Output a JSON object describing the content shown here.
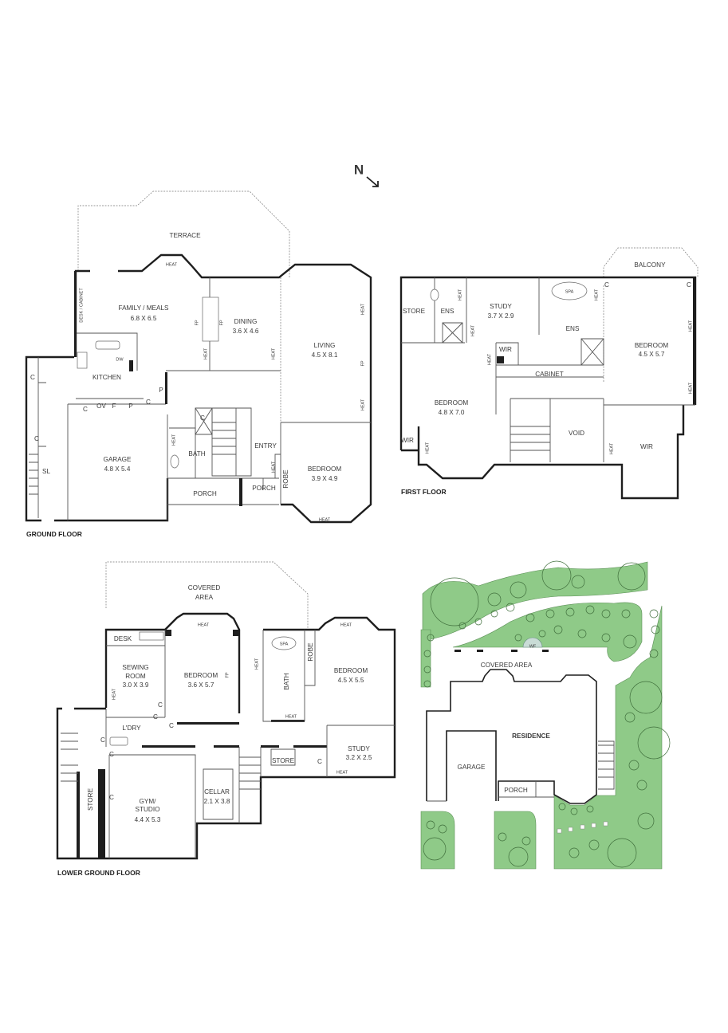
{
  "compass": {
    "label": "N"
  },
  "ground_floor": {
    "title": "GROUND FLOOR",
    "labels": [
      "TERRACE",
      "HEAT",
      "DESK / CABINET",
      "FAMILY / MEALS",
      "6.8 X 6.5",
      "FP",
      "FP",
      "DINING",
      "3.6 X 4.6",
      "LIVING",
      "4.5 X 8.1",
      "HEAT",
      "FP",
      "HEAT",
      "HEAT",
      "HEAT",
      "DW",
      "KITCHEN",
      "C",
      "C",
      "C",
      "OV",
      "F",
      "P",
      "C",
      "P",
      "GARAGE",
      "4.8 X 5.4",
      "C",
      "HEAT",
      "BATH",
      "ENTRY",
      "HEAT",
      "ROBE",
      "BEDROOM",
      "3.9 X 4.9",
      "HEAT",
      "PORCH",
      "PORCH",
      "SL"
    ]
  },
  "first_floor": {
    "title": "FIRST FLOOR",
    "labels": [
      "BALCONY",
      "STORE",
      "ENS",
      "HEAT",
      "STUDY",
      "3.7 X 2.9",
      "SPA",
      "HEAT",
      "C",
      "C",
      "ENS",
      "BEDROOM",
      "4.5 X 5.7",
      "HEAT",
      "HEAT",
      "HEAT",
      "WIR",
      "HEAT",
      "CABINET",
      "BEDROOM",
      "4.8 X 7.0",
      "VOID",
      "WIR",
      "HEAT",
      "HEAT",
      "WIR"
    ]
  },
  "lower_ground_floor": {
    "title": "LOWER GROUND FLOOR",
    "labels": [
      "COVERED",
      "AREA",
      "DESK",
      "HEAT",
      "HEAT",
      "SEWING",
      "ROOM",
      "3.0 X 3.9",
      "HEAT",
      "BEDROOM",
      "3.6 X 5.7",
      "FP",
      "HEAT",
      "SPA",
      "BATH",
      "ROBE",
      "BEDROOM",
      "4.5 X 5.5",
      "C",
      "C",
      "C",
      "HEAT",
      "L'DRY",
      "C",
      "C",
      "STORE",
      "C",
      "STUDY",
      "3.2 X 2.5",
      "HEAT",
      "CELLAR",
      "2.1 X 3.8",
      "GYM/",
      "STUDIO",
      "4.4 X 5.3",
      "STORE",
      "C"
    ]
  },
  "site_plan": {
    "labels": [
      "COVERED AREA",
      "WF",
      "RESIDENCE",
      "GARAGE",
      "PORCH"
    ],
    "colors": {
      "lawn": "#8fca88",
      "tree_outline": "#3f6e3b",
      "water_feature": "#c9dcd6"
    }
  }
}
